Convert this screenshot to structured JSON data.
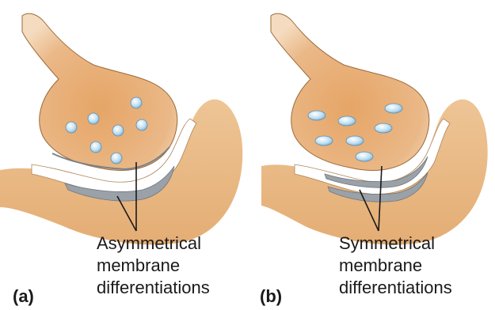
{
  "panels": [
    {
      "letter": "(a)",
      "caption": [
        "Asymmetrical",
        "membrane",
        "differentiations"
      ]
    },
    {
      "letter": "(b)",
      "caption": [
        "Symmetrical",
        "membrane",
        "differentiations"
      ]
    }
  ],
  "colors": {
    "terminal_fill": "#e3b07d",
    "terminal_outline": "#9c6a3a",
    "vesicle": "#bfe0f4",
    "cleft": "#ffffff",
    "membrane_thickening": "#9aa1a8"
  }
}
